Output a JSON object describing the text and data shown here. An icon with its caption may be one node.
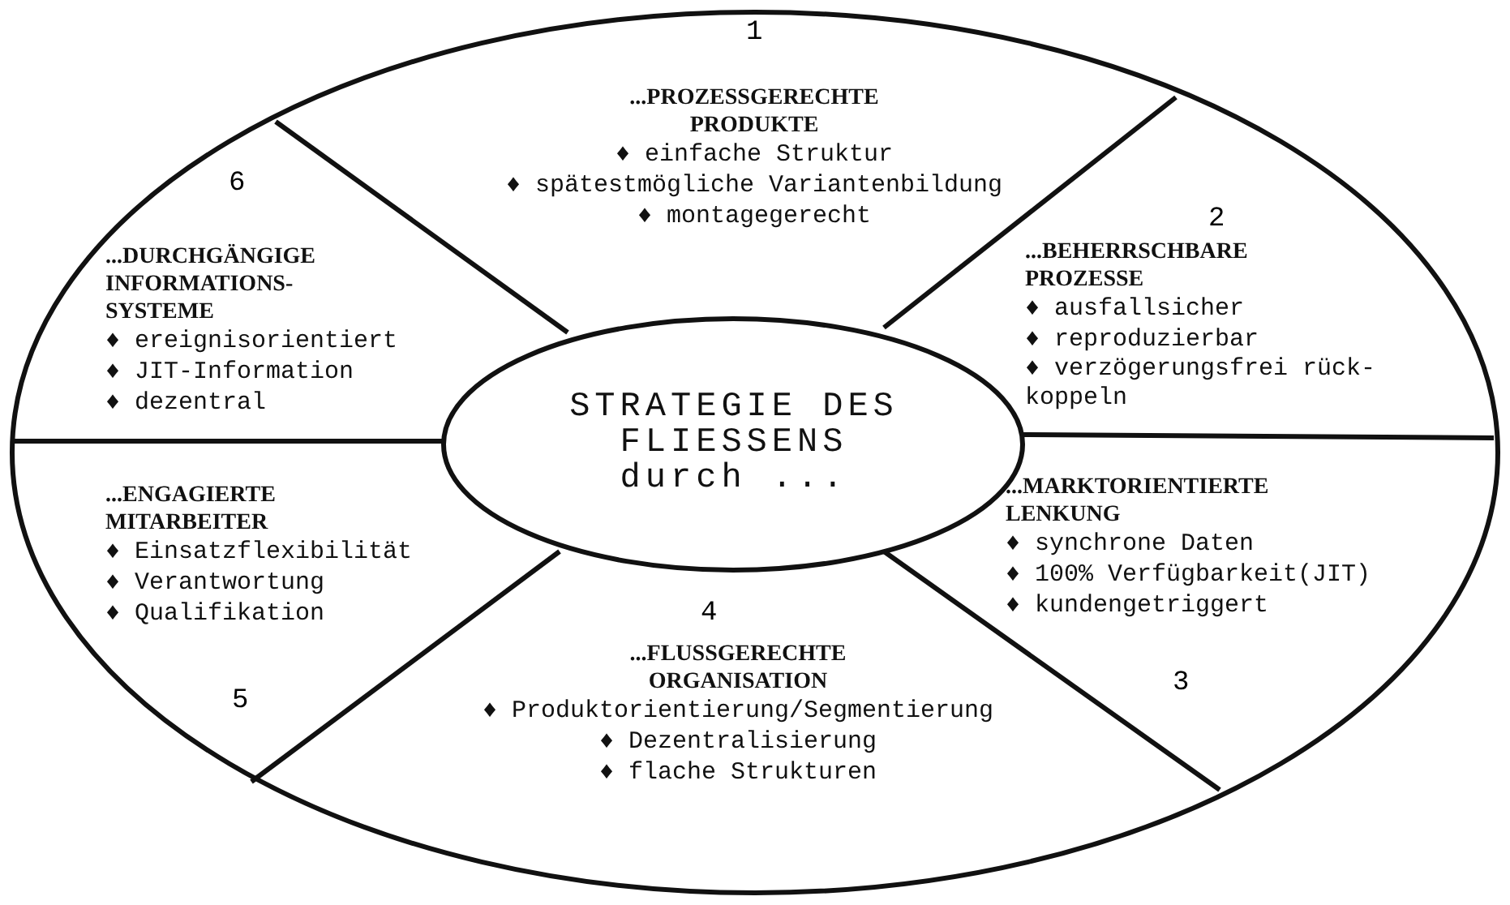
{
  "diagram": {
    "nodes": [
      {
        "text": [],
        "shape": "ellipse"
      },
      {
        "text": [
          "STRATEGIE DES FLIESSENS durch ..."
        ],
        "in": 0
      },
      {
        "text": [
          "1",
          "...PROZESSGERECHTE PRODUKTE",
          "♦ einfache Struktur",
          "♦ spätestmögliche Variantenbildung",
          "♦ montagegerecht"
        ],
        "in": 0
      },
      {
        "text": [
          "2",
          "...BEHERRSCHBARE PROZESSE",
          "♦ ausfallsicher",
          "♦ reproduzierbar",
          "♦ verzögerungsfrei rück- koppeln"
        ],
        "in": 0
      },
      {
        "text": [
          "...MARKTORIENTIERTE LENKUNG",
          "♦ synchrone Daten",
          "♦ 100% Verfügbarkeit(JIT)",
          "♦ kundengetriggert",
          "3"
        ],
        "in": 0
      },
      {
        "text": [
          "4",
          "...FLUSSGERECHTE ORGANISATION",
          "♦ Produktorientierung/Segmentierung",
          "♦ Dezentralisierung",
          "♦ flache Strukturen"
        ],
        "in": 0
      },
      {
        "text": [
          "...ENGAGIERTE MITARBEITER",
          "♦ Einsatzflexibilität",
          "♦ Verantwortung",
          "♦ Qualifikation",
          "5"
        ],
        "in": 0
      },
      {
        "text": [
          "6",
          "...DURCHGÄNGIGE INFORMATIONS- SYSTEME",
          "♦ ereignisorientiert",
          "♦ JIT-Information",
          "♦ dezentral"
        ],
        "in": 0
      }
    ]
  }
}
